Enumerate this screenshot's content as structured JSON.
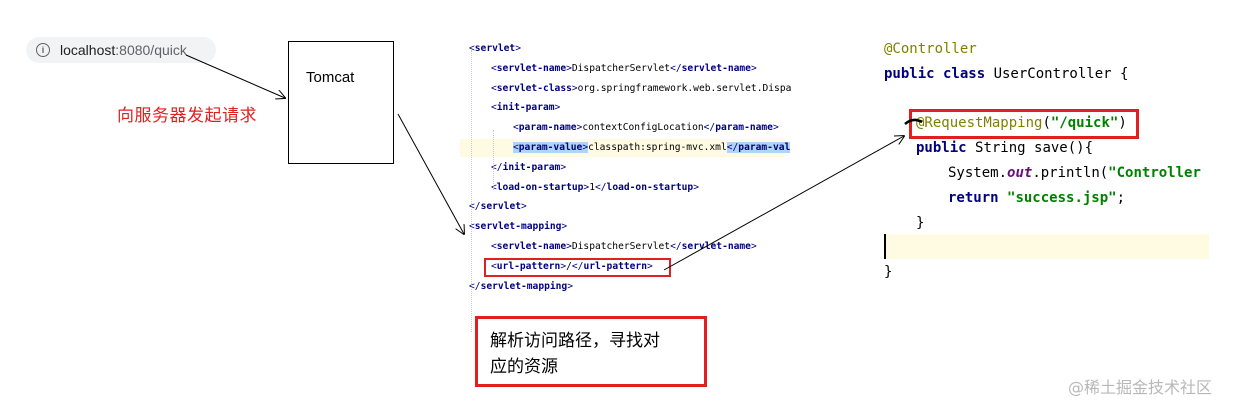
{
  "browser": {
    "url_host": "localhost",
    "url_rest": ":8080/quick"
  },
  "tomcat": {
    "label": "Tomcat"
  },
  "request_label": "向服务器发起请求",
  "xml_lines": [
    {
      "indent": 0,
      "parts": [
        [
          "br",
          "<"
        ],
        [
          "tag",
          "servlet"
        ],
        [
          "br",
          ">"
        ]
      ]
    },
    {
      "indent": 1,
      "parts": [
        [
          "br",
          "<"
        ],
        [
          "tag",
          "servlet-name"
        ],
        [
          "br",
          ">"
        ],
        [
          "txt",
          "DispatcherServlet"
        ],
        [
          "br",
          "</"
        ],
        [
          "tag",
          "servlet-name"
        ],
        [
          "br",
          ">"
        ]
      ]
    },
    {
      "indent": 1,
      "parts": [
        [
          "br",
          "<"
        ],
        [
          "tag",
          "servlet-class"
        ],
        [
          "br",
          ">"
        ],
        [
          "txt",
          "org.springframework.web.servlet.Dispa"
        ]
      ]
    },
    {
      "indent": 1,
      "parts": [
        [
          "br",
          "<"
        ],
        [
          "tag",
          "init-param"
        ],
        [
          "br",
          ">"
        ]
      ]
    },
    {
      "indent": 2,
      "parts": [
        [
          "br",
          "<"
        ],
        [
          "tag",
          "param-name"
        ],
        [
          "br",
          ">"
        ],
        [
          "txt",
          "contextConfigLocation"
        ],
        [
          "br",
          "</"
        ],
        [
          "tag",
          "param-name"
        ],
        [
          "br",
          ">"
        ]
      ]
    },
    {
      "indent": 2,
      "hl": true,
      "parts": [
        [
          "sel",
          "<"
        ],
        [
          "selt",
          "param-value"
        ],
        [
          "sel",
          ">"
        ],
        [
          "txt",
          "classpath:spring-mvc.xml"
        ],
        [
          "sel",
          "</"
        ],
        [
          "selt",
          "param-val"
        ]
      ]
    },
    {
      "indent": 1,
      "parts": [
        [
          "br",
          "</"
        ],
        [
          "tag",
          "init-param"
        ],
        [
          "br",
          ">"
        ]
      ]
    },
    {
      "indent": 1,
      "parts": [
        [
          "br",
          "<"
        ],
        [
          "tag",
          "load-on-startup"
        ],
        [
          "br",
          ">"
        ],
        [
          "txt",
          "1"
        ],
        [
          "br",
          "</"
        ],
        [
          "tag",
          "load-on-startup"
        ],
        [
          "br",
          ">"
        ]
      ]
    },
    {
      "indent": 0,
      "parts": [
        [
          "br",
          "</"
        ],
        [
          "tag",
          "servlet"
        ],
        [
          "br",
          ">"
        ]
      ]
    },
    {
      "indent": 0,
      "parts": [
        [
          "br",
          "<"
        ],
        [
          "tag",
          "servlet-mapping"
        ],
        [
          "br",
          ">"
        ]
      ]
    },
    {
      "indent": 1,
      "parts": [
        [
          "br",
          "<"
        ],
        [
          "tag",
          "servlet-name"
        ],
        [
          "br",
          ">"
        ],
        [
          "txt",
          "DispatcherServlet"
        ],
        [
          "br",
          "</"
        ],
        [
          "tag",
          "servlet-name"
        ],
        [
          "br",
          ">"
        ]
      ]
    },
    {
      "indent": 1,
      "parts": [
        [
          "br",
          "<"
        ],
        [
          "tag",
          "url-pattern"
        ],
        [
          "br",
          ">"
        ],
        [
          "txt",
          "/"
        ],
        [
          "br",
          "</"
        ],
        [
          "tag",
          "url-pattern"
        ],
        [
          "br",
          ">"
        ]
      ]
    },
    {
      "indent": 0,
      "parts": [
        [
          "br",
          "</"
        ],
        [
          "tag",
          "servlet-mapping"
        ],
        [
          "br",
          ">"
        ]
      ]
    }
  ],
  "note": {
    "line1": "解析访问路径，寻找对",
    "line2": "应的资源"
  },
  "java_lines": [
    {
      "indent": 0,
      "parts": [
        [
          "ann",
          "@Controller"
        ]
      ]
    },
    {
      "indent": 0,
      "parts": [
        [
          "kw",
          "public class "
        ],
        [
          "txt",
          "UserController {"
        ]
      ]
    },
    {
      "indent": 0,
      "parts": []
    },
    {
      "indent": 1,
      "parts": [
        [
          "ann",
          "@RequestMapping"
        ],
        [
          "txt",
          "("
        ],
        [
          "str",
          "\"/quick\""
        ],
        [
          "txt",
          ")"
        ]
      ]
    },
    {
      "indent": 1,
      "parts": [
        [
          "kw",
          "public "
        ],
        [
          "txt",
          "String save(){"
        ]
      ]
    },
    {
      "indent": 2,
      "parts": [
        [
          "txt",
          "System."
        ],
        [
          "static",
          "out"
        ],
        [
          "txt",
          ".println("
        ],
        [
          "str",
          "\"Controller"
        ]
      ]
    },
    {
      "indent": 2,
      "parts": [
        [
          "kw",
          "return "
        ],
        [
          "str",
          "\"success.jsp\""
        ],
        [
          "txt",
          ";"
        ]
      ]
    },
    {
      "indent": 1,
      "parts": [
        [
          "txt",
          "}"
        ]
      ]
    },
    {
      "indent": 0,
      "parts": []
    },
    {
      "indent": 0,
      "parts": [
        [
          "txt",
          "}"
        ]
      ]
    }
  ],
  "watermark": "@稀土掘金技术社区",
  "colors": {
    "accent_red": "#e02020",
    "xml_tag": "#000080",
    "annotation": "#808000",
    "string": "#008000"
  }
}
